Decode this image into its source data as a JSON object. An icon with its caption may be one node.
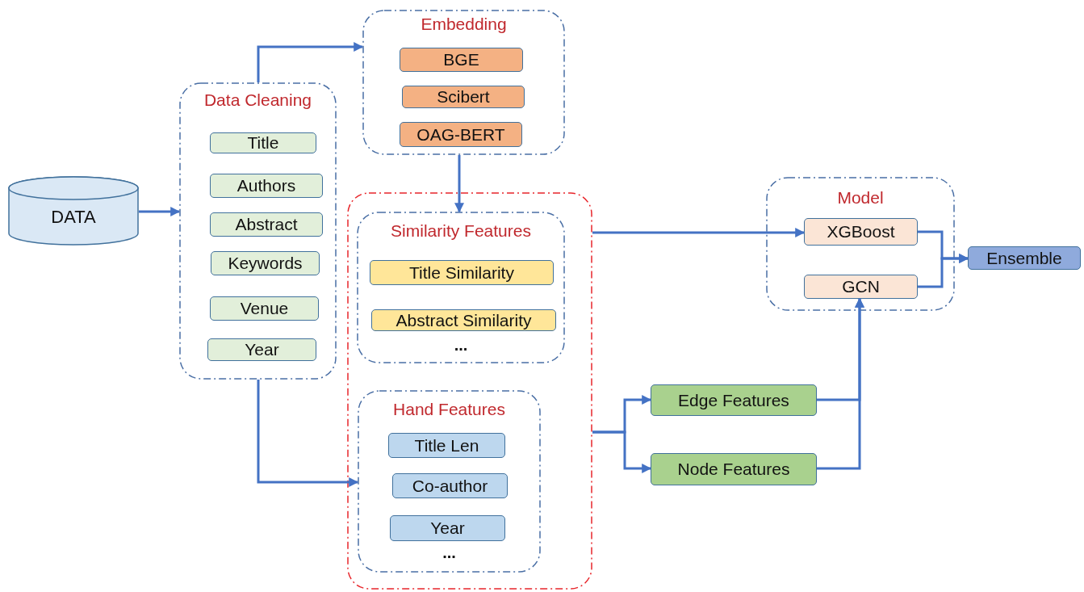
{
  "diagram": {
    "nodes": [
      {
        "text": [
          "DATA"
        ]
      },
      {
        "text": [
          "Data Cleaning"
        ]
      },
      {
        "text": [
          "Title"
        ],
        "in": 1
      },
      {
        "text": [
          "Authors"
        ],
        "in": 1
      },
      {
        "text": [
          "Abstract"
        ],
        "in": 1
      },
      {
        "text": [
          "Keywords"
        ],
        "in": 1
      },
      {
        "text": [
          "Venue"
        ],
        "in": 1
      },
      {
        "text": [
          "Year"
        ],
        "in": 1
      },
      {
        "text": [
          "Embedding"
        ]
      },
      {
        "text": [
          "BGE"
        ],
        "in": 8
      },
      {
        "text": [
          "Scibert"
        ],
        "in": 8
      },
      {
        "text": [
          "OAG-BERT"
        ],
        "in": 8
      },
      {
        "text": [],
        "shape": "box"
      },
      {
        "text": [
          "Similarity Features",
          "..."
        ],
        "in": 12
      },
      {
        "text": [
          "Title Similarity"
        ],
        "in": 13
      },
      {
        "text": [
          "Abstract Similarity"
        ],
        "in": 13
      },
      {
        "text": [
          "Hand Features",
          "..."
        ],
        "in": 12
      },
      {
        "text": [
          "Title Len"
        ],
        "in": 16
      },
      {
        "text": [
          "Co-author"
        ],
        "in": 16
      },
      {
        "text": [
          "Year"
        ],
        "in": 16
      },
      {
        "text": [
          "Edge Features"
        ]
      },
      {
        "text": [
          "Node Features"
        ]
      },
      {
        "text": [
          "Model"
        ]
      },
      {
        "text": [
          "XGBoost"
        ],
        "in": 22
      },
      {
        "text": [
          "GCN"
        ],
        "in": 22
      },
      {
        "text": [
          "Ensemble"
        ]
      }
    ],
    "edges": [
      {
        "from": 0,
        "to": 1,
        "arrow": "to"
      },
      {
        "from": 1,
        "to": 8,
        "arrow": "to"
      },
      {
        "from": 1,
        "to": 16,
        "arrow": "to"
      },
      {
        "from": 8,
        "to": 13,
        "arrow": "to"
      },
      {
        "from": 12,
        "to": 23,
        "arrow": "to"
      },
      {
        "from": 12,
        "to": 20,
        "arrow": "to"
      },
      {
        "from": 12,
        "to": 21,
        "arrow": "to"
      },
      {
        "from": 20,
        "to": 24,
        "arrow": "to"
      },
      {
        "from": 21,
        "to": 24,
        "arrow": "to"
      },
      {
        "from": 23,
        "to": 25,
        "arrow": "to"
      },
      {
        "from": 24,
        "to": 25,
        "arrow": "to"
      }
    ]
  }
}
